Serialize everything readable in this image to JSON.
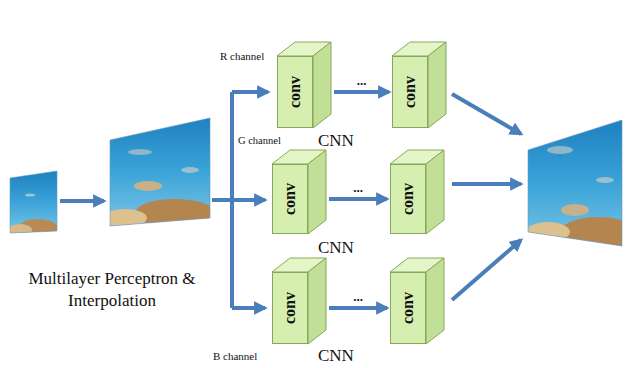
{
  "diagram": {
    "nodes": [
      {
        "text": [
          "conv"
        ]
      },
      {
        "text": [
          "conv"
        ]
      },
      {
        "text": [
          "conv"
        ]
      },
      {
        "text": [
          "conv"
        ]
      },
      {
        "text": [
          "conv"
        ]
      },
      {
        "text": [
          "conv"
        ]
      }
    ],
    "edges": [
      {
        "from": 0,
        "to": 1,
        "arrow": "to",
        "label": "..."
      },
      {
        "from": 2,
        "to": 3,
        "arrow": "to",
        "label": "..."
      },
      {
        "from": 4,
        "to": 5,
        "arrow": "to",
        "label": "..."
      }
    ],
    "labels": [
      "R channel",
      "G channel",
      "B channel",
      "CNN",
      "CNN",
      "CNN",
      "Multilayer Perceptron & Interpolation"
    ]
  }
}
